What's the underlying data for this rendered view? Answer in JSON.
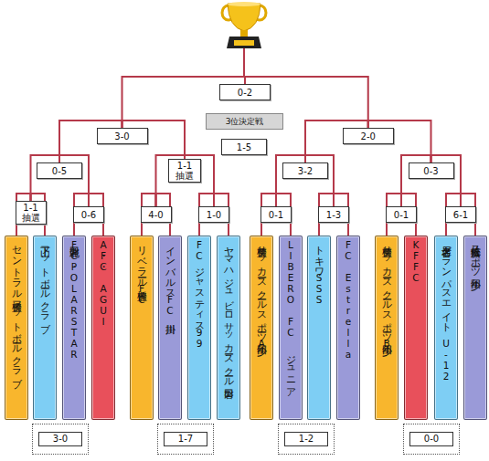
{
  "diagram": {
    "nodes": [
      {
        "text": [
          "0-2"
        ]
      },
      {
        "text": [
          "3位決定戦"
        ]
      },
      {
        "text": [
          "3-0"
        ]
      },
      {
        "text": [
          "2-0"
        ]
      },
      {
        "text": [
          "1-5"
        ]
      },
      {
        "text": [
          "0-5"
        ]
      },
      {
        "text": [
          "1-1",
          "抽選"
        ]
      },
      {
        "text": [
          "3-2"
        ]
      },
      {
        "text": [
          "0-3"
        ]
      },
      {
        "text": [
          "1-1",
          "抽選"
        ]
      },
      {
        "text": [
          "0-6"
        ]
      },
      {
        "text": [
          "4-0"
        ]
      },
      {
        "text": [
          "1-0"
        ]
      },
      {
        "text": [
          "0-1"
        ]
      },
      {
        "text": [
          "1-3"
        ]
      },
      {
        "text": [
          "0-1"
        ]
      },
      {
        "text": [
          "6-1"
        ]
      },
      {
        "text": [
          "セントラル豊橋フットボールクラブ"
        ]
      },
      {
        "text": [
          "下山フットボールクラブ"
        ]
      },
      {
        "text": [
          "磐田北FC・POLARSTAR"
        ]
      },
      {
        "text": [
          "A・F・C AGUI"
        ]
      },
      {
        "text": [
          "リベラール豊橋FC"
        ]
      },
      {
        "text": [
          "インバルスFC掛川"
        ]
      },
      {
        "text": [
          "FCジャスティス99"
        ]
      },
      {
        "text": [
          "ヤマハジュビロサッカースクール磐田"
        ]
      },
      {
        "text": [
          "豊橋サッカースクールスポーツ少年団A"
        ]
      },
      {
        "text": [
          "LIBERO FC ジュニア"
        ]
      },
      {
        "text": [
          "トキワSSS"
        ]
      },
      {
        "text": [
          "FC Estrella"
        ]
      },
      {
        "text": [
          "豊橋サッカースクールスポーツ少年団B"
        ]
      },
      {
        "text": [
          "KFFC"
        ]
      },
      {
        "text": [
          "名古屋グランパスエイト U-12"
        ]
      },
      {
        "text": [
          "浜松佐藤スポーツ少年団"
        ]
      },
      {
        "text": [
          "3-0"
        ]
      },
      {
        "text": [
          "1-7"
        ]
      },
      {
        "text": [
          "1-2"
        ]
      },
      {
        "text": [
          "0-0"
        ]
      }
    ],
    "edges": [
      {
        "from": 17,
        "to": 9,
        "arrow": "none"
      },
      {
        "from": 18,
        "to": 9,
        "arrow": "none"
      },
      {
        "from": 19,
        "to": 10,
        "arrow": "none"
      },
      {
        "from": 20,
        "to": 10,
        "arrow": "none"
      },
      {
        "from": 21,
        "to": 11,
        "arrow": "none"
      },
      {
        "from": 22,
        "to": 11,
        "arrow": "none"
      },
      {
        "from": 23,
        "to": 12,
        "arrow": "none"
      },
      {
        "from": 24,
        "to": 12,
        "arrow": "none"
      },
      {
        "from": 25,
        "to": 13,
        "arrow": "none"
      },
      {
        "from": 26,
        "to": 13,
        "arrow": "none"
      },
      {
        "from": 27,
        "to": 14,
        "arrow": "none"
      },
      {
        "from": 28,
        "to": 14,
        "arrow": "none"
      },
      {
        "from": 29,
        "to": 15,
        "arrow": "none"
      },
      {
        "from": 30,
        "to": 15,
        "arrow": "none"
      },
      {
        "from": 31,
        "to": 16,
        "arrow": "none"
      },
      {
        "from": 32,
        "to": 16,
        "arrow": "none"
      },
      {
        "from": 9,
        "to": 5,
        "arrow": "none"
      },
      {
        "from": 10,
        "to": 5,
        "arrow": "none"
      },
      {
        "from": 11,
        "to": 6,
        "arrow": "none"
      },
      {
        "from": 12,
        "to": 6,
        "arrow": "none"
      },
      {
        "from": 13,
        "to": 7,
        "arrow": "none"
      },
      {
        "from": 14,
        "to": 7,
        "arrow": "none"
      },
      {
        "from": 15,
        "to": 8,
        "arrow": "none"
      },
      {
        "from": 16,
        "to": 8,
        "arrow": "none"
      },
      {
        "from": 5,
        "to": 2,
        "arrow": "none"
      },
      {
        "from": 6,
        "to": 2,
        "arrow": "none"
      },
      {
        "from": 7,
        "to": 3,
        "arrow": "none"
      },
      {
        "from": 8,
        "to": 3,
        "arrow": "none"
      },
      {
        "from": 2,
        "to": 0,
        "arrow": "none"
      },
      {
        "from": 3,
        "to": 0,
        "arrow": "none"
      }
    ]
  }
}
